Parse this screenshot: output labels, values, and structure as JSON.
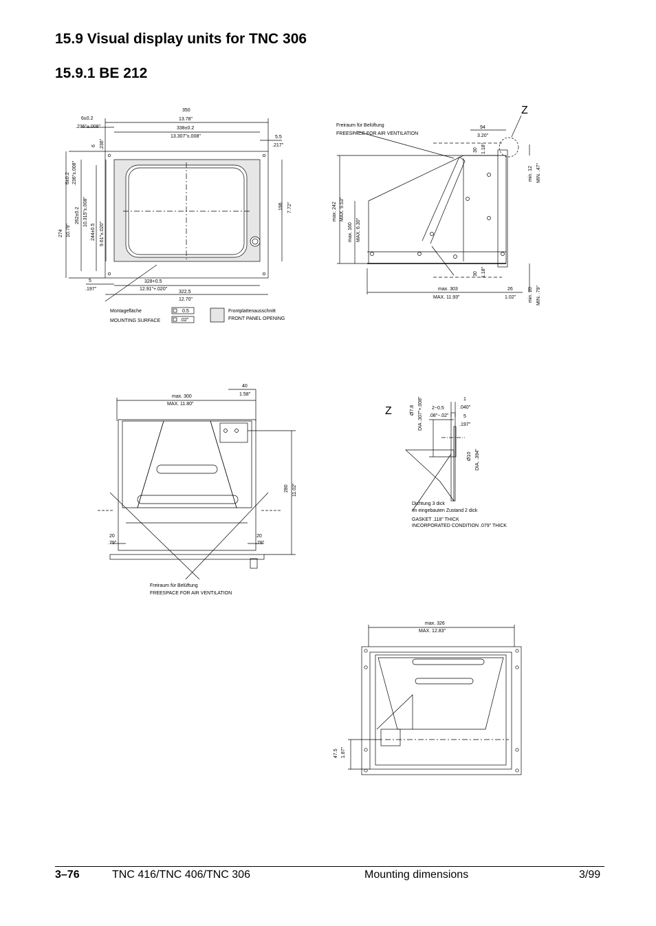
{
  "heading": {
    "section": "15.9 Visual display units for TNC 306",
    "subsection": "15.9.1 BE 212"
  },
  "front_view": {
    "dim_350": "350",
    "dim_1378": "13.78\"",
    "dim_6": "6±0.2",
    "dim_6in": ".236\"±.008\"",
    "dim_338": "338±0.2",
    "dim_13307": "13.307\"±.008\"",
    "dim_55": "5.5",
    "dim_217": ".217\"",
    "dim_6v": "6",
    "dim_236v": ".236\"",
    "dim_274": "274",
    "dim_1079": "10.79\"",
    "dim_6b": "6±0.2",
    "dim_236b": ".236\"±.008\"",
    "dim_262": "262±0.2",
    "dim_10315": "10.315\"±.008\"",
    "dim_244": "244±0.5",
    "dim_961": "9.61\"±.020\"",
    "dim_196": "196",
    "dim_772": "7.72\"",
    "dim_5": "5",
    "dim_197": ".197\"",
    "dim_328": "328+0.5",
    "dim_1291": "12.91\"+.020\"",
    "dim_3225": "322.5",
    "dim_1270": "12.70\"",
    "mount_de": "Montagefläche",
    "mount_en": "MOUNTING SURFACE",
    "tol_05": "0.5",
    "tol_02": ".02\"",
    "legend_de": "Frontplattenausschnitt",
    "legend_en": "FRONT PANEL OPENING"
  },
  "side_view": {
    "z": "Z",
    "air_de": "Freiraum für Belüftung",
    "air_en": "FREESPACE FOR AIR VENTILATION",
    "dim_94": "94",
    "dim_320": "3.20\"",
    "dim_30a": "30",
    "dim_118a": "1.18\"",
    "min12": "min. 12",
    "min47": "MIN. .47\"",
    "max242": "max. 242",
    "max953": "MAX. 9.53\"",
    "max160": "max. 160",
    "max630": "MAX. 6.30\"",
    "dim_30b": "30",
    "dim_118b": "1.18\"",
    "max303": "max. 303",
    "max1193": "MAX. 11.93\"",
    "dim_26": "26",
    "dim_102": "1.02\"",
    "min20": "min. 20",
    "min79": "MIN. .79\""
  },
  "top_view": {
    "dim_40": "40",
    "dim_158": "1.58\"",
    "max300": "max. 300",
    "max1180": "MAX. 11.80\"",
    "dim_280": "280",
    "dim_1102": "11.02\"",
    "dim_20l": "20",
    "dim_79l": ".79\"",
    "dim_20r": "20",
    "dim_79r": ".79\"",
    "air_de": "Freiraum für Belüftung",
    "air_en": "FREESPACE FOR AIR VENTILATION"
  },
  "detail_z": {
    "z": "Z",
    "dia78": "Ø7.8",
    "dia307": "DIA .307\"+.008\"",
    "dim_1": "1",
    "dim_040": ".040\"",
    "dim_2": "2−0.5",
    "dim_08": ".08\"−.02\"",
    "dim_5": "5",
    "dim_197": ".197\"",
    "dia10": "Ø10",
    "dia394": "DIA. .394\"",
    "gasket_de1": "Dichtung 3 dick",
    "gasket_de2": "im eingebauten Zustand 2 dick",
    "gasket_en1": "GASKET .118\" THICK",
    "gasket_en2": "INCORPORATED CONDITION .079\" THICK"
  },
  "rear_view": {
    "max326": "max. 326",
    "max1283": "MAX. 12.83\"",
    "dim_475": "47.5",
    "dim_187": "1.87\""
  },
  "footer": {
    "page": "3–76",
    "model": "TNC 416/TNC 406/TNC 306",
    "section": "Mounting dimensions",
    "date": "3/99"
  }
}
